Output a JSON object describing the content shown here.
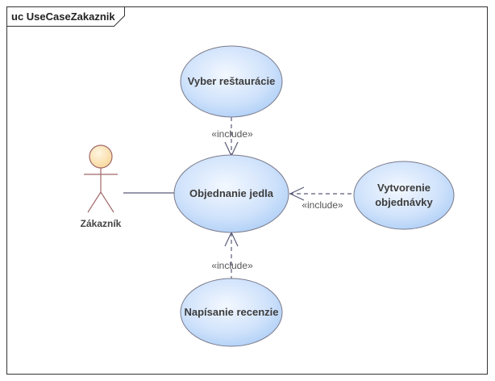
{
  "diagram": {
    "frame_title": "uc UseCaseZakaznik",
    "actor": {
      "name": "Zákazník"
    },
    "use_cases": {
      "center": {
        "label": "Objednanie jedla"
      },
      "top": {
        "label": "Vyber reštaurácie"
      },
      "right": {
        "lines": [
          "Vytvorenie",
          "objednávky"
        ]
      },
      "bottom": {
        "label": "Napísanie recenzie"
      }
    },
    "relations": {
      "top_include": "«include»",
      "right_include": "«include»",
      "bottom_include": "«include»"
    },
    "colors": {
      "usecase_fill_light": "#eef4ff",
      "usecase_fill_dark": "#a9ccf6",
      "usecase_stroke": "#7a7a8a",
      "actor_head": "#fde3b4",
      "actor_stroke": "#a06868",
      "line": "#5a5a7a"
    }
  }
}
